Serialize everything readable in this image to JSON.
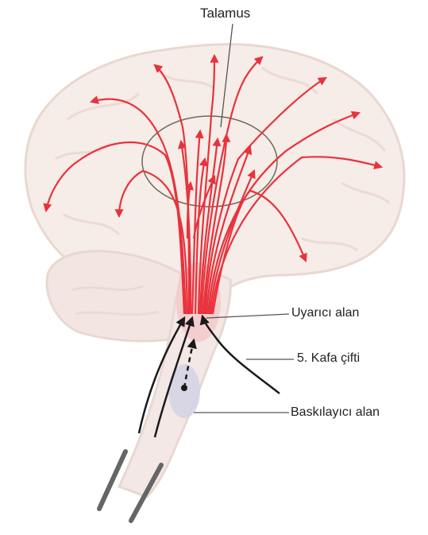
{
  "labels": {
    "thalamus": "Talamus",
    "activating_area": "Uyarıcı alan",
    "cranial_nerve": "5. Kafa çifti",
    "inhibitory_area": "Baskılayıcı alan"
  },
  "colors": {
    "brain_fill": "#f6ece8",
    "brain_outline": "#e8d8d2",
    "fibers": "#e8323c",
    "activating_area": "#f3c9c9",
    "inhibitory_area": "#d5d3e3",
    "thalamus_outline": "#6e6a56",
    "nerve": "#1a1a1a",
    "leader_lines": "#555555"
  }
}
